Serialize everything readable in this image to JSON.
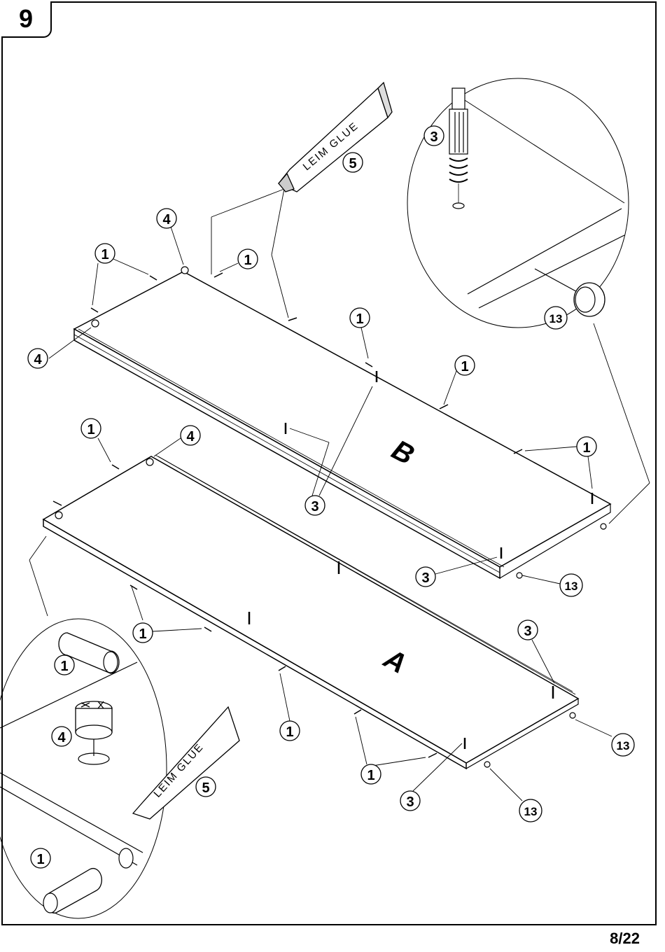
{
  "step": {
    "number": "9"
  },
  "page": {
    "number": "8/22"
  },
  "panels": {
    "upper": "B",
    "lower": "A"
  },
  "glue": {
    "label": "LEIM GLUE"
  },
  "parts": {
    "dowel": "1",
    "cam_bolt": "3",
    "cam_lock": "4",
    "glue": "5",
    "foot": "13"
  },
  "icons": {
    "dowel": "dowel-pin-icon",
    "cam_bolt": "cam-bolt-icon",
    "cam_lock": "cam-lock-icon",
    "glue": "glue-tube-icon",
    "foot": "leveling-foot-icon"
  }
}
